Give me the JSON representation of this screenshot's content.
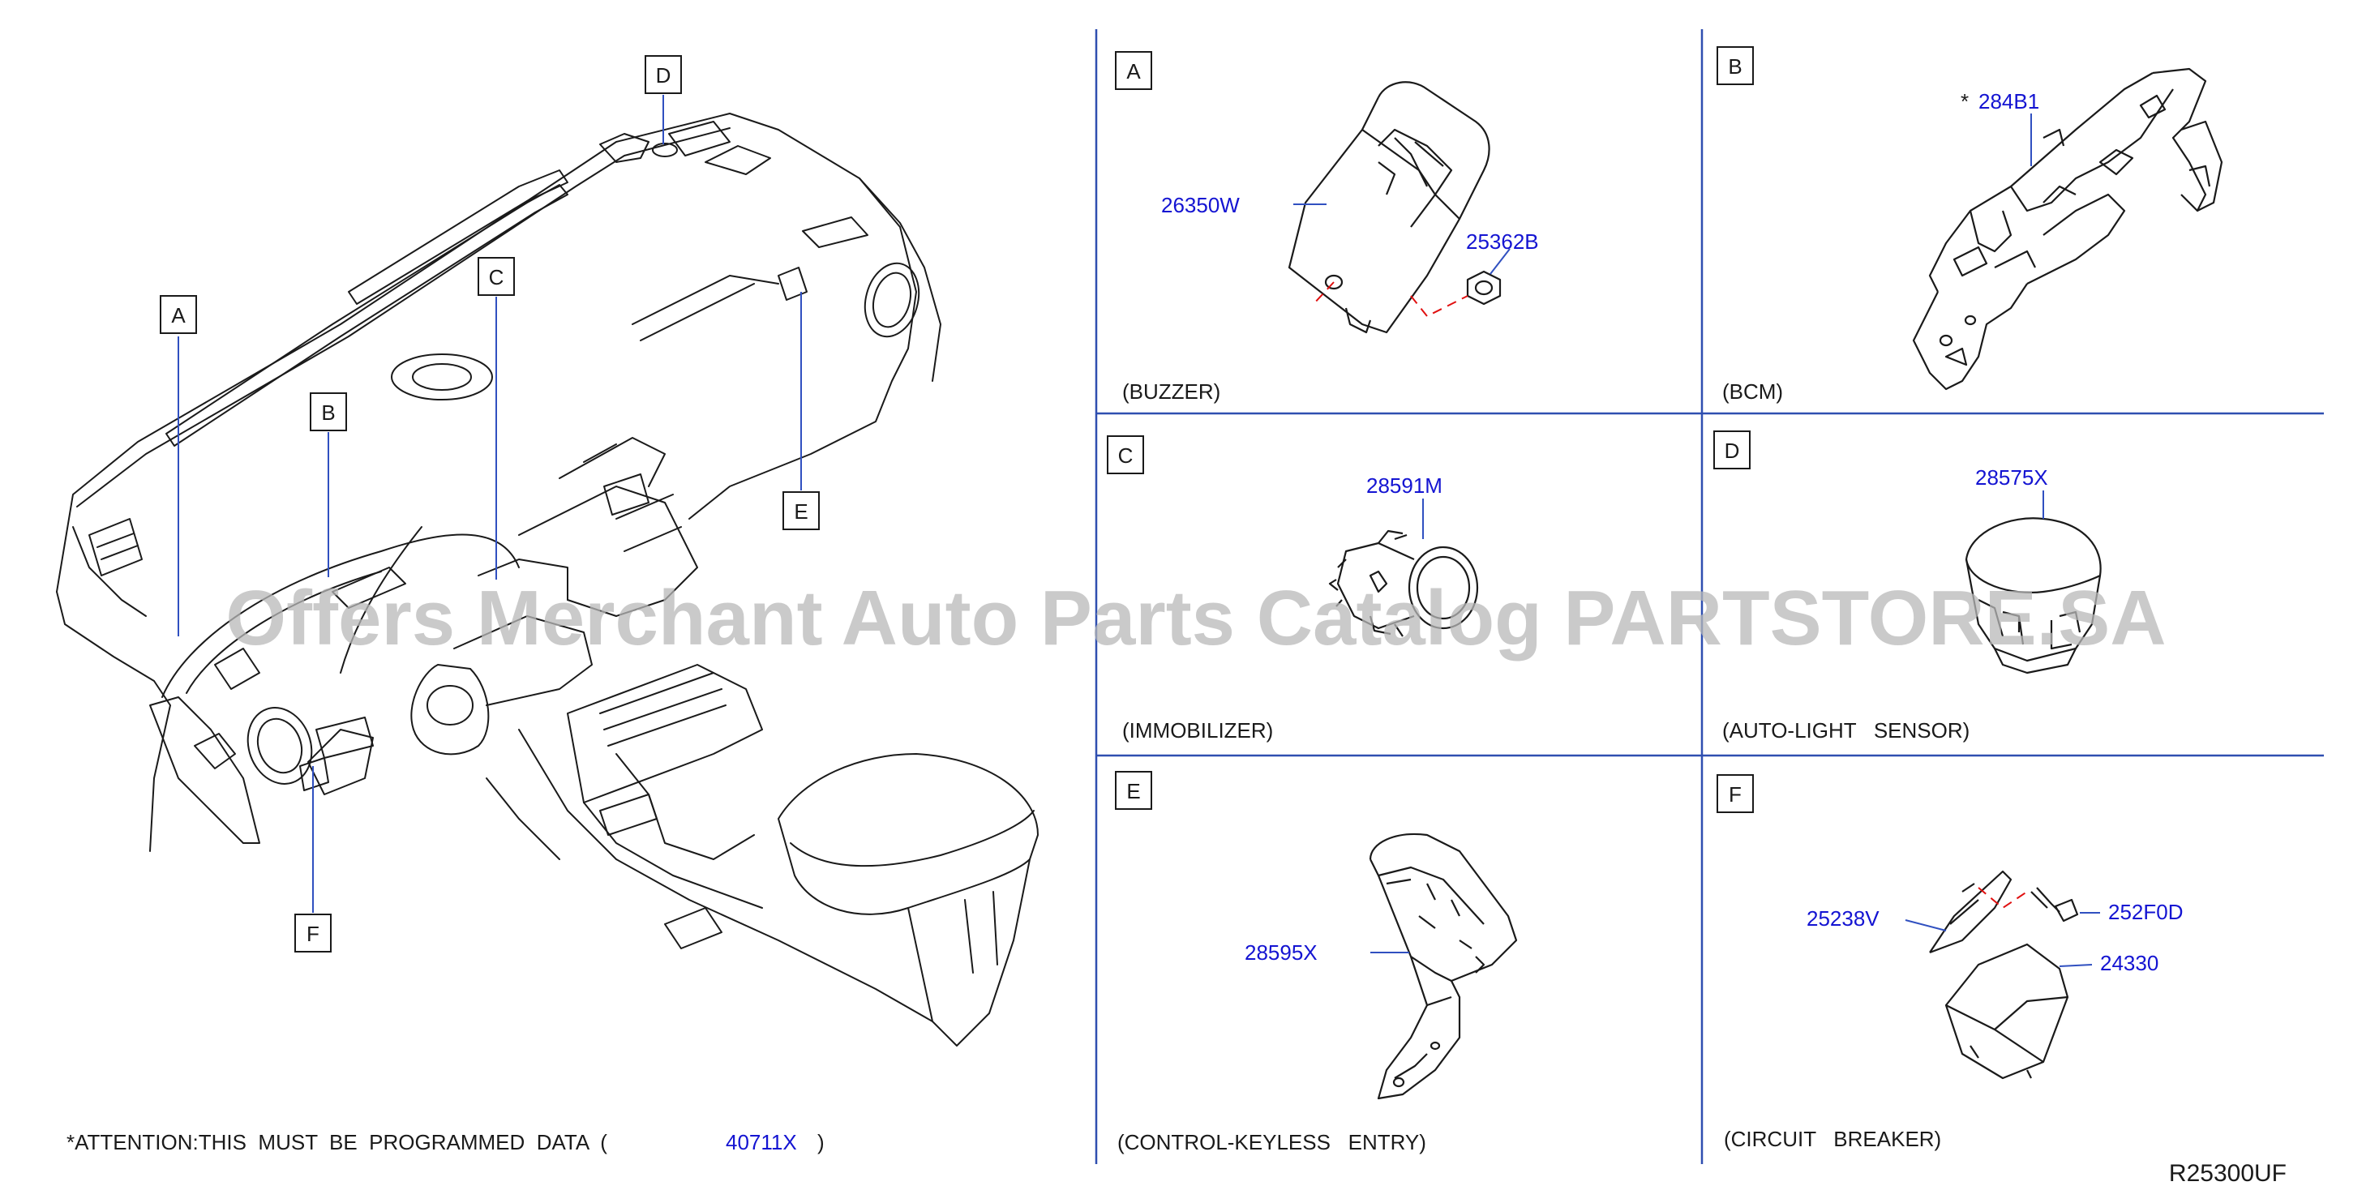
{
  "overview": {
    "callouts": [
      "A",
      "B",
      "C",
      "D",
      "E",
      "F"
    ],
    "attention_text": "*ATTENTION:THIS  MUST  BE  PROGRAMMED  DATA  (",
    "attention_part": "40711X",
    "attention_close": ")"
  },
  "panels": {
    "A": {
      "letter": "A",
      "caption": "(BUZZER)",
      "parts": [
        "26350W",
        "25362B"
      ]
    },
    "B": {
      "letter": "B",
      "caption": "(BCM)",
      "star": "*",
      "parts": [
        "284B1"
      ]
    },
    "C": {
      "letter": "C",
      "caption": "(IMMOBILIZER)",
      "parts": [
        "28591M"
      ]
    },
    "D": {
      "letter": "D",
      "caption": "(AUTO-LIGHT   SENSOR)",
      "parts": [
        "28575X"
      ]
    },
    "E": {
      "letter": "E",
      "caption": "(CONTROL-KEYLESS   ENTRY)",
      "parts": [
        "28595X"
      ]
    },
    "F": {
      "letter": "F",
      "caption": "(CIRCUIT   BREAKER)",
      "parts": [
        "25238V",
        "252F0D",
        "24330"
      ]
    }
  },
  "watermark": "Offers Merchant Auto Parts Catalog PARTSTORE.SA",
  "diagram_code": "R25300UF",
  "colors": {
    "line": "#1a1a1a",
    "part_number": "#1414d2",
    "divider": "#2f4fb0",
    "leader": "#3050c0",
    "dash": "#e01010",
    "watermark": "#b8b8b8"
  }
}
